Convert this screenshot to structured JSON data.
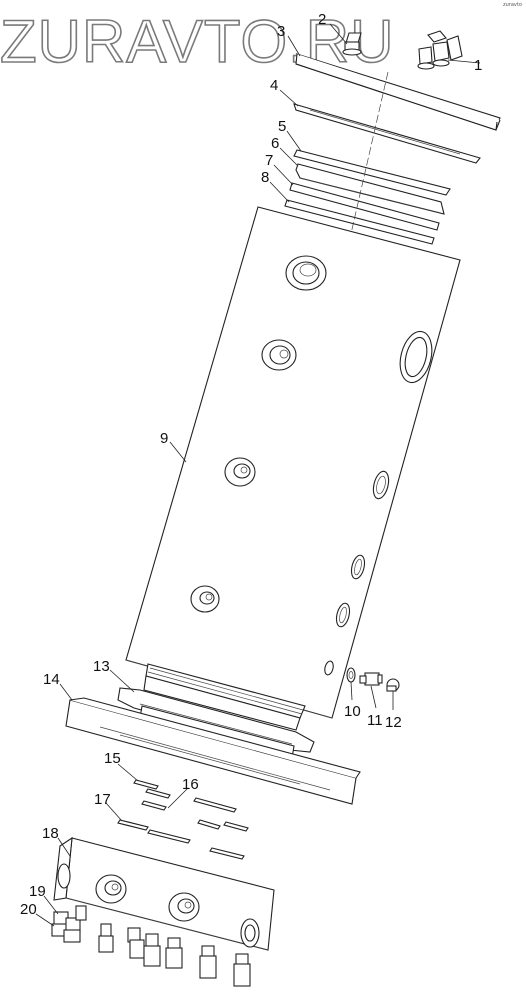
{
  "watermark": "ZURAVTO.RU",
  "corner_mark": "zuravto",
  "callouts": [
    "1",
    "2",
    "3",
    "4",
    "5",
    "6",
    "7",
    "8",
    "9",
    "10",
    "11",
    "12",
    "13",
    "14",
    "15",
    "16",
    "17",
    "18",
    "19",
    "20"
  ]
}
